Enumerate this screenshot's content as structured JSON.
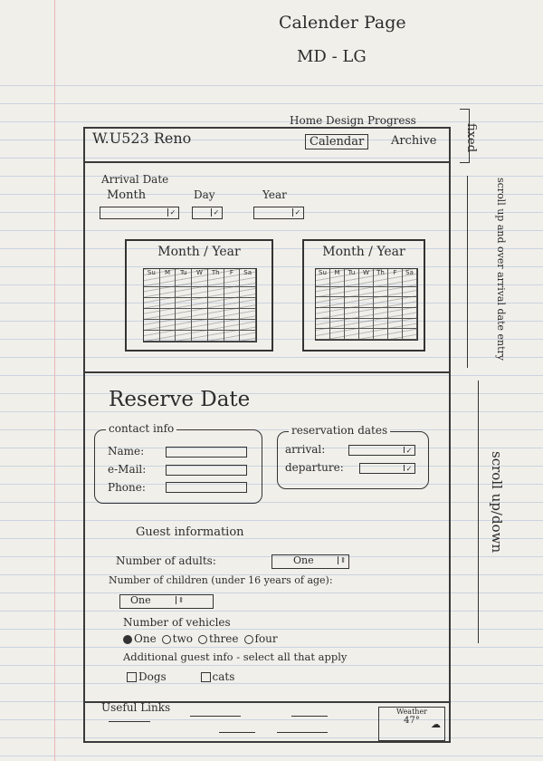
{
  "sketch_title": "Calender Page",
  "sketch_subtitle": "MD - LG",
  "header": {
    "site_name": "W.U523 Reno",
    "nav": [
      "Home",
      "Design",
      "Progress"
    ],
    "nav_active": "Calendar",
    "nav_archive": "Archive"
  },
  "arrival": {
    "heading": "Arrival Date",
    "month_label": "Month",
    "day_label": "Day",
    "year_label": "Year"
  },
  "calendars": [
    {
      "title": "Month / Year",
      "days": [
        "Su",
        "M",
        "Tu",
        "W",
        "Th",
        "F",
        "Sa"
      ]
    },
    {
      "title": "Month / Year",
      "days": [
        "Su",
        "M",
        "Tu",
        "W",
        "Th",
        "F",
        "Sa"
      ]
    }
  ],
  "reserve": {
    "heading": "Reserve Date",
    "contact_legend": "contact info",
    "name_label": "Name:",
    "email_label": "e-Mail:",
    "phone_label": "Phone:",
    "reservation_legend": "reservation dates",
    "arrival_label": "arrival:",
    "departure_label": "departure:"
  },
  "guest": {
    "heading": "Guest information",
    "adults_label": "Number of adults:",
    "adults_value": "One",
    "children_label": "Number of children (under 16 years of age):",
    "children_value": "One",
    "vehicles_label": "Number of vehicles",
    "vehicle_options": [
      "One",
      "two",
      "three",
      "four"
    ],
    "additional_label": "Additional guest info - select all that apply",
    "pets": [
      "Dogs",
      "cats"
    ]
  },
  "footer": {
    "useful_links": "Useful Links",
    "weather_label": "Weather",
    "weather_temp": "47°"
  },
  "annotations": {
    "fixed": "fixed",
    "scroll_arrival": "scroll up and over arrival date entry",
    "scroll_updown": "scroll up/down"
  }
}
